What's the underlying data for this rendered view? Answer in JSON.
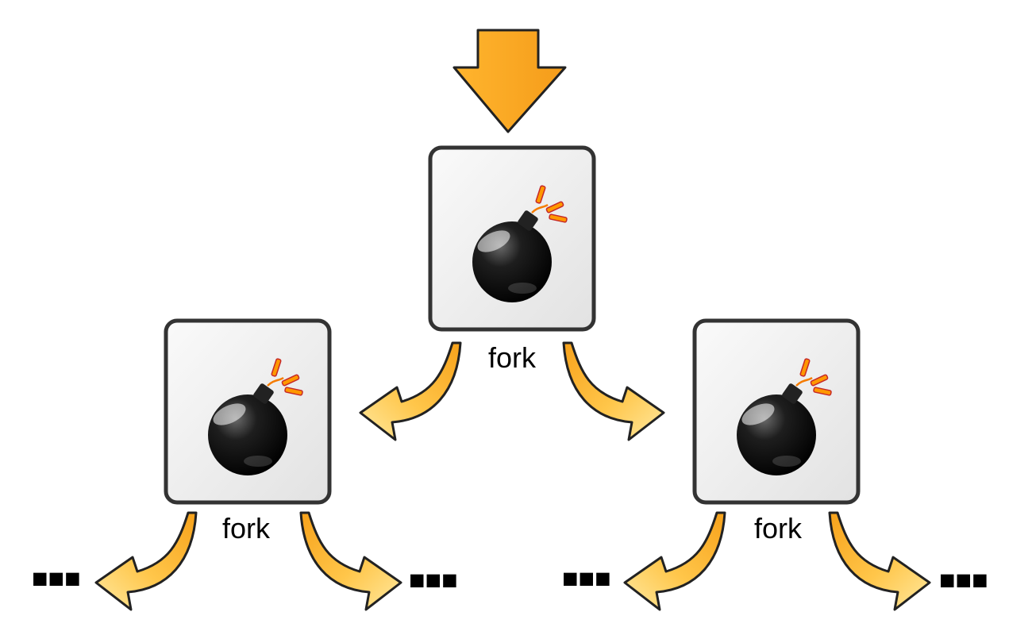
{
  "diagram": {
    "nodes": [
      {
        "id": "root",
        "label": "fork",
        "icon": "bomb-icon"
      },
      {
        "id": "left-child",
        "label": "fork",
        "icon": "bomb-icon"
      },
      {
        "id": "right-child",
        "label": "fork",
        "icon": "bomb-icon"
      }
    ],
    "continuation_marks": [
      "■■■",
      "■■■",
      "■■■",
      "■■■"
    ],
    "colors": {
      "arrow_orange": "#F5A623",
      "arrow_light": "#FFD76A",
      "box_border": "#333333",
      "box_fill": "#EDEDED",
      "bomb_body": "#000000",
      "spark": "#F57C00"
    }
  }
}
